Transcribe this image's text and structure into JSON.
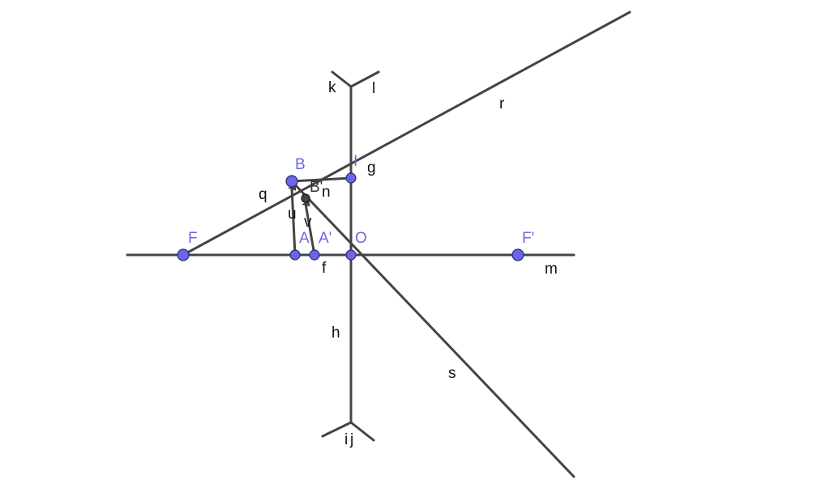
{
  "colors": {
    "line": "#444444",
    "point_fill": "#6a66e8",
    "point_label": "#6b68e0",
    "object_label": "#111111"
  },
  "points": {
    "F": "F",
    "F_prime": "F'",
    "O": "O",
    "A": "A",
    "A_prime": "A'",
    "B": "B",
    "B_prime": "B'",
    "I": "I"
  },
  "objects": {
    "m": "m",
    "h": "h",
    "k": "k",
    "l": "l",
    "i": "i",
    "j": "j",
    "r": "r",
    "s": "s",
    "g": "g",
    "q": "q",
    "n": "n",
    "u": "u",
    "v": "v",
    "f": "f"
  }
}
